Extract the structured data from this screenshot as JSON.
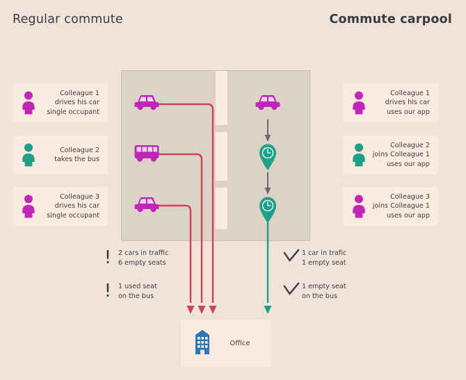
{
  "titles": {
    "left": "Regular commute",
    "right": "Commute carpool"
  },
  "colors": {
    "background": "#f0e4da",
    "card_bg": "#fbeade",
    "panel_bg": "#ddd2c8",
    "lane_marking": "#fbeade",
    "magenta": "#c026b8",
    "teal": "#1fa189",
    "red_path": "#cf4250",
    "teal_path": "#14a085",
    "arrow_gray": "#6b6b6b",
    "office_blue": "#2f75b5",
    "text": "#3d3d46"
  },
  "left_column": {
    "cards": [
      {
        "person_color": "magenta",
        "lines": [
          "Colleague 1",
          "drives his car",
          "single occupant"
        ],
        "icon": "person-icon"
      },
      {
        "person_color": "teal",
        "lines": [
          "Colleague 2",
          "takes the bus"
        ],
        "icon": "person-icon"
      },
      {
        "person_color": "magenta",
        "lines": [
          "Colleague 3",
          "drives his car",
          "single occupant"
        ],
        "icon": "person-icon"
      }
    ],
    "stats": [
      {
        "marker": "exclamation-icon",
        "lines": [
          "2 cars in traffic",
          "6 empty seats"
        ]
      },
      {
        "marker": "exclamation-icon",
        "lines": [
          "1 used seat",
          "on the bus"
        ]
      }
    ]
  },
  "right_column": {
    "cards": [
      {
        "person_color": "magenta",
        "lines": [
          "Colleague 1",
          "drives his car",
          "uses our app"
        ],
        "icon": "person-icon"
      },
      {
        "person_color": "teal",
        "lines": [
          "Colleague 2",
          "joins Colleague 1",
          "uses our app"
        ],
        "icon": "person-icon"
      },
      {
        "person_color": "magenta",
        "lines": [
          "Colleague 3",
          "joins Colleague 1",
          "uses our app"
        ],
        "icon": "person-icon"
      }
    ],
    "stats": [
      {
        "marker": "check-icon",
        "lines": [
          "1 car in trafic",
          "1 empty seat"
        ]
      },
      {
        "marker": "check-icon",
        "lines": [
          "1 empty seat",
          "on the bus"
        ]
      }
    ]
  },
  "road_panel": {
    "vehicles_left": [
      {
        "type": "car-icon",
        "color": "magenta"
      },
      {
        "type": "bus-icon",
        "color": "magenta"
      },
      {
        "type": "car-icon",
        "color": "magenta"
      }
    ],
    "vehicles_right": [
      {
        "type": "car-icon",
        "color": "magenta"
      }
    ],
    "pickup_pins": [
      {
        "type": "map-pin-clock-icon",
        "color": "teal"
      },
      {
        "type": "map-pin-clock-icon",
        "color": "teal"
      }
    ]
  },
  "office": {
    "label": "Office",
    "icon": "office-building-icon"
  }
}
